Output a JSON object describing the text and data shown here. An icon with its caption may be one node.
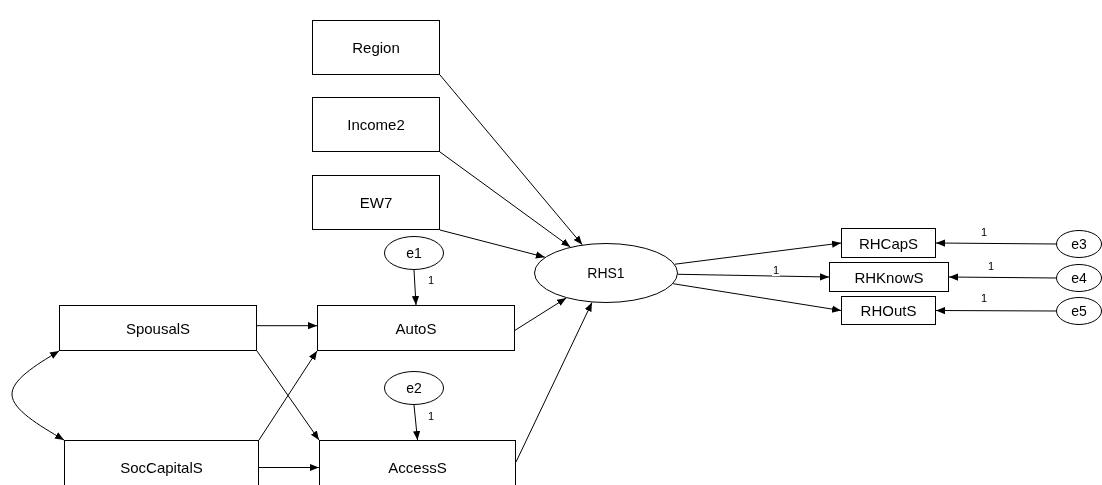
{
  "diagram": {
    "nodes": [
      {
        "text": [
          "Region"
        ]
      },
      {
        "text": [
          "Income2"
        ]
      },
      {
        "text": [
          "EW7"
        ]
      },
      {
        "text": [
          "e1"
        ]
      },
      {
        "text": [
          "RHS1"
        ]
      },
      {
        "text": [
          "SpousalS"
        ]
      },
      {
        "text": [
          "AutoS"
        ]
      },
      {
        "text": [
          "e2"
        ]
      },
      {
        "text": [
          "SocCapitalS"
        ]
      },
      {
        "text": [
          "AccessS"
        ]
      },
      {
        "text": [
          "RHCapS"
        ]
      },
      {
        "text": [
          "RHKnowS"
        ]
      },
      {
        "text": [
          "RHOutS"
        ]
      },
      {
        "text": [
          "e3"
        ]
      },
      {
        "text": [
          "e4"
        ]
      },
      {
        "text": [
          "e5"
        ]
      }
    ],
    "edges": [
      {
        "from": 0,
        "to": 4,
        "arrow": "to"
      },
      {
        "from": 1,
        "to": 4,
        "arrow": "to"
      },
      {
        "from": 2,
        "to": 4,
        "arrow": "to"
      },
      {
        "from": 6,
        "to": 4,
        "arrow": "to"
      },
      {
        "from": 9,
        "to": 4,
        "arrow": "to"
      },
      {
        "from": 3,
        "to": 6,
        "arrow": "to",
        "label": "1"
      },
      {
        "from": 7,
        "to": 9,
        "arrow": "to",
        "label": "1"
      },
      {
        "from": 5,
        "to": 6,
        "arrow": "to"
      },
      {
        "from": 5,
        "to": 9,
        "arrow": "to"
      },
      {
        "from": 8,
        "to": 6,
        "arrow": "to"
      },
      {
        "from": 8,
        "to": 9,
        "arrow": "to"
      },
      {
        "from": 5,
        "to": 8,
        "arrow": "both"
      },
      {
        "from": 4,
        "to": 10,
        "arrow": "to",
        "label": "1"
      },
      {
        "from": 4,
        "to": 11,
        "arrow": "to"
      },
      {
        "from": 4,
        "to": 12,
        "arrow": "to"
      },
      {
        "from": 13,
        "to": 10,
        "arrow": "to",
        "label": "1"
      },
      {
        "from": 14,
        "to": 11,
        "arrow": "to",
        "label": "1"
      },
      {
        "from": 15,
        "to": 12,
        "arrow": "to",
        "label": "1"
      }
    ]
  }
}
